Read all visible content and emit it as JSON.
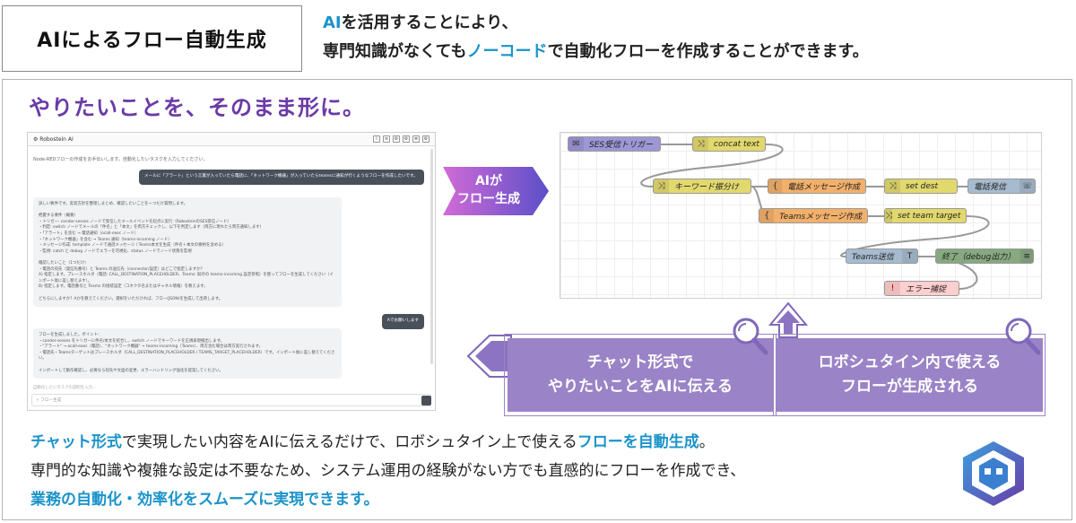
{
  "header": {
    "title": "AIによるフロー自動生成",
    "intro_line1_hl": "AI",
    "intro_line1_rest": "を活用することにより、",
    "intro_line2_a": "専門知識がなくても",
    "intro_line2_hl": "ノーコード",
    "intro_line2_b": "で自動化フローを作成することができます。"
  },
  "heading": "やりたいことを、そのまま形に。",
  "chat": {
    "window_title": "Robostein AI",
    "toolbar_icons": [
      "i",
      "≡",
      "⚙",
      "⚙",
      "≣",
      "⚙"
    ],
    "intro": "Node-REDフローの作成をお手伝いします。自動化したいタスクを入力してください。",
    "user_message_1": "メールに「アラート」という言葉が入っていたら電話に、「ネットワーク機器」が入っていたらteamsに通知が行くようなフローを作成したいです。",
    "ai_message_1": "詳しい要件です。実装方針を整理しまとめ、確認したいことを一つだけ質問します。\n\n把握する要件（概要）\n・トリガー: condor-sesses ノードで受信したメールイベントを起点に実行（RobosteinのSES受信ノード）\n・判定: switch ノードでメールの「件名」と「本文」を両方チェックし、以下を判定します（両方に現れたら両方通知します）\n  ・「アラート」を含む → 電話通知（ocall-exec ノード）\n  ・「ネットワーク機器」を含む → Teams 通知（teams-incoming ノード）\n・メッセージ作成: template ノードで通話メッセージ / Teams本文を生成（件名＋本文の要約を含める）\n・監視: catch と debug ノードでエラーを可視化、status ノードでノード状態を監視\n\n確認したいこと（1つだけ）\n・電話の宛先（発信先番号）と Teams の送信先（connector/設定）はどこで指定しますか？\n  A) 指定します。プレースホルダ（電話: CALL_DESTINATION_PLACEHOLDER、Teams: 既存の teams-incoming 設定参照）を使ってフローを生成してください（インポート後に差し替えます）。\n  B) 指定します。電話番号と Teams の接続設定（コネクタ名またはチャネル情報）を教えます。\n\nどちらにしますか？Aかを教えてください。選択をいただければ、フロー(JSON)を生成して出荷します。",
    "user_message_2": "Aでお願いします",
    "ai_message_2": "フローを生成しました。ポイント：\n・condor-sesses をトリガーに件名/本文を結合し、switch ノードでキーワードを正規表現検出します。\n・\"アラート\" → ocall-exec（電話）、\"ネットワーク機器\" → teams-incoming（Teams）、両方含む場合は両方実行されます。\n・電話先・Teamsターゲットはプレースホルダ（CALL_DESTINATION_PLACEHOLDER / TEAMS_TARGET_PLACEHOLDER）です。インポート後に差し替えてください。\n\nインポートして動作確認し、必要なら宛先や文面の変更、エラーハンドリング強化を提案してください。",
    "hint": "自動化したいタスクの説明を入力...",
    "input_placeholder": "+ フロー生成"
  },
  "ai_arrow": {
    "line1": "AIが",
    "line2": "フロー生成"
  },
  "flow": {
    "nodes": {
      "ses_trigger": "SES受信トリガー",
      "concat": "concat text",
      "keyword_switch": "キーワード振分け",
      "call_message": "電話メッセージ作成",
      "set_dest": "set dest",
      "call_exec": "電話発信",
      "teams_message": "Teamsメッセージ作成",
      "set_team": "set team target",
      "teams_send": "Teams送信",
      "end_debug": "終了（debug出力）",
      "error_catch": "エラー捕捉"
    }
  },
  "boxes": {
    "left_line1": "チャット形式で",
    "left_line2": "やりたいことをAIに伝える",
    "right_line1": "ロボシュタイン内で使える",
    "right_line2": "フローが生成される"
  },
  "bottom": {
    "l1_hl1": "チャット形式",
    "l1_a": "で実現したい内容をAIに伝えるだけで、ロボシュタイン上で使える",
    "l1_hl2": "フローを自動生成",
    "l1_b": "。",
    "l2": "専門的な知識や複雑な設定は不要なため、システム運用の経験がない方でも直感的にフローを作成でき、",
    "l3_hl": "業務の自動化・効率化をスムーズに実現できます。"
  },
  "colors": {
    "accent_blue": "#1b93c9",
    "heading_purple": "#6a3aa6",
    "box_purple": "#9a83c6"
  },
  "icons": [
    "magnifier-icon",
    "logo-icon",
    "up-arrow-icon",
    "left-arrow-icon",
    "envelope-icon",
    "phone-icon",
    "teams-icon",
    "exclamation-icon"
  ]
}
